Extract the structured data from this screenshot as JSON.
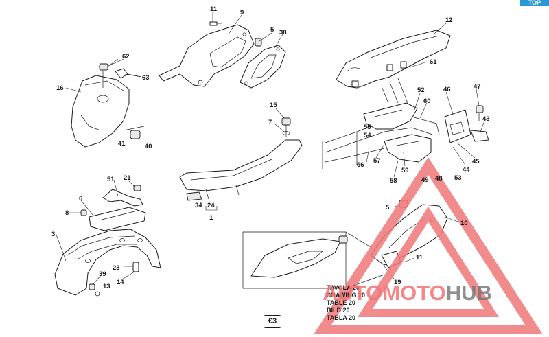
{
  "corner_tag": "TOP",
  "callouts": [
    "11",
    "9",
    "5",
    "38",
    "12",
    "62",
    "63",
    "16",
    "61",
    "41",
    "40",
    "52",
    "46",
    "47",
    "60",
    "15",
    "7",
    "55",
    "54",
    "43",
    "56",
    "57",
    "59",
    "44",
    "45",
    "58",
    "49",
    "48",
    "53",
    "51",
    "21",
    "6",
    "8",
    "34",
    "24",
    "1",
    "5",
    "10",
    "3",
    "23",
    "11",
    "39",
    "14",
    "13",
    "19"
  ],
  "table_caption": [
    "TAVOLA 20",
    "DRAWING 20",
    "TABLE 20",
    "BILD 20",
    "TABLA 20"
  ],
  "euro_mark": "€3",
  "watermark": {
    "part1": "AUTOMOTO",
    "part2": "HUB"
  },
  "colors": {
    "line": "#1a1a1a",
    "tag_blue": "#2a9ad6",
    "watermark_red": "#f07878",
    "watermark_grey": "#737373"
  }
}
